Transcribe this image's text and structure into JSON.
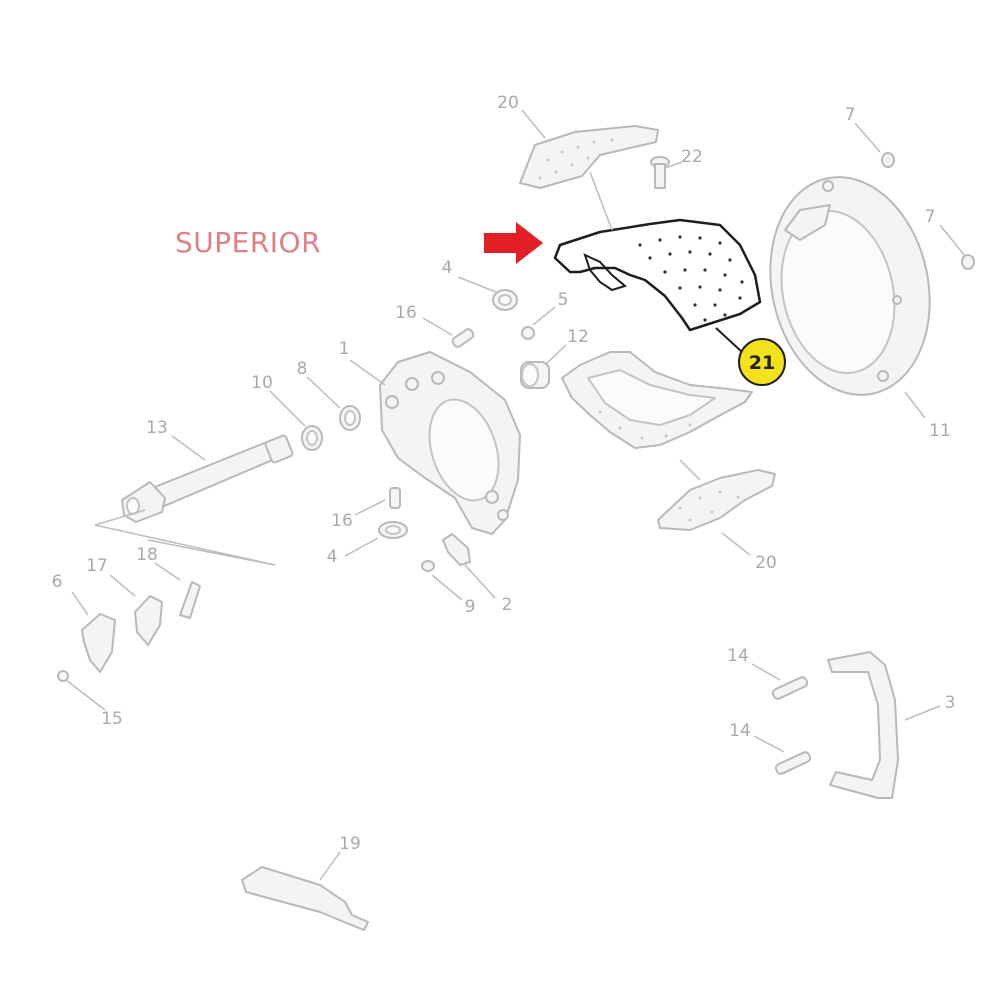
{
  "orientation_label": "SUPERIOR",
  "highlight": {
    "label": "21",
    "fill": "#f2e21a",
    "stroke": "#1e1e1e"
  },
  "arrow_color": "#e41e26",
  "callouts": {
    "c20a": "20",
    "c22": "22",
    "c7a": "7",
    "c7b": "7",
    "c4a": "4",
    "c5a": "5",
    "c16a": "16",
    "c12a": "12",
    "c1": "1",
    "c10": "10",
    "c8": "8",
    "c13": "13",
    "c11": "11",
    "c20b": "20",
    "c16b": "16",
    "c4b": "4",
    "c9": "9",
    "c2": "2",
    "c6": "6",
    "c17": "17",
    "c18": "18",
    "c15": "15",
    "c14a": "14",
    "c14b": "14",
    "c3": "3",
    "c19": "19"
  }
}
